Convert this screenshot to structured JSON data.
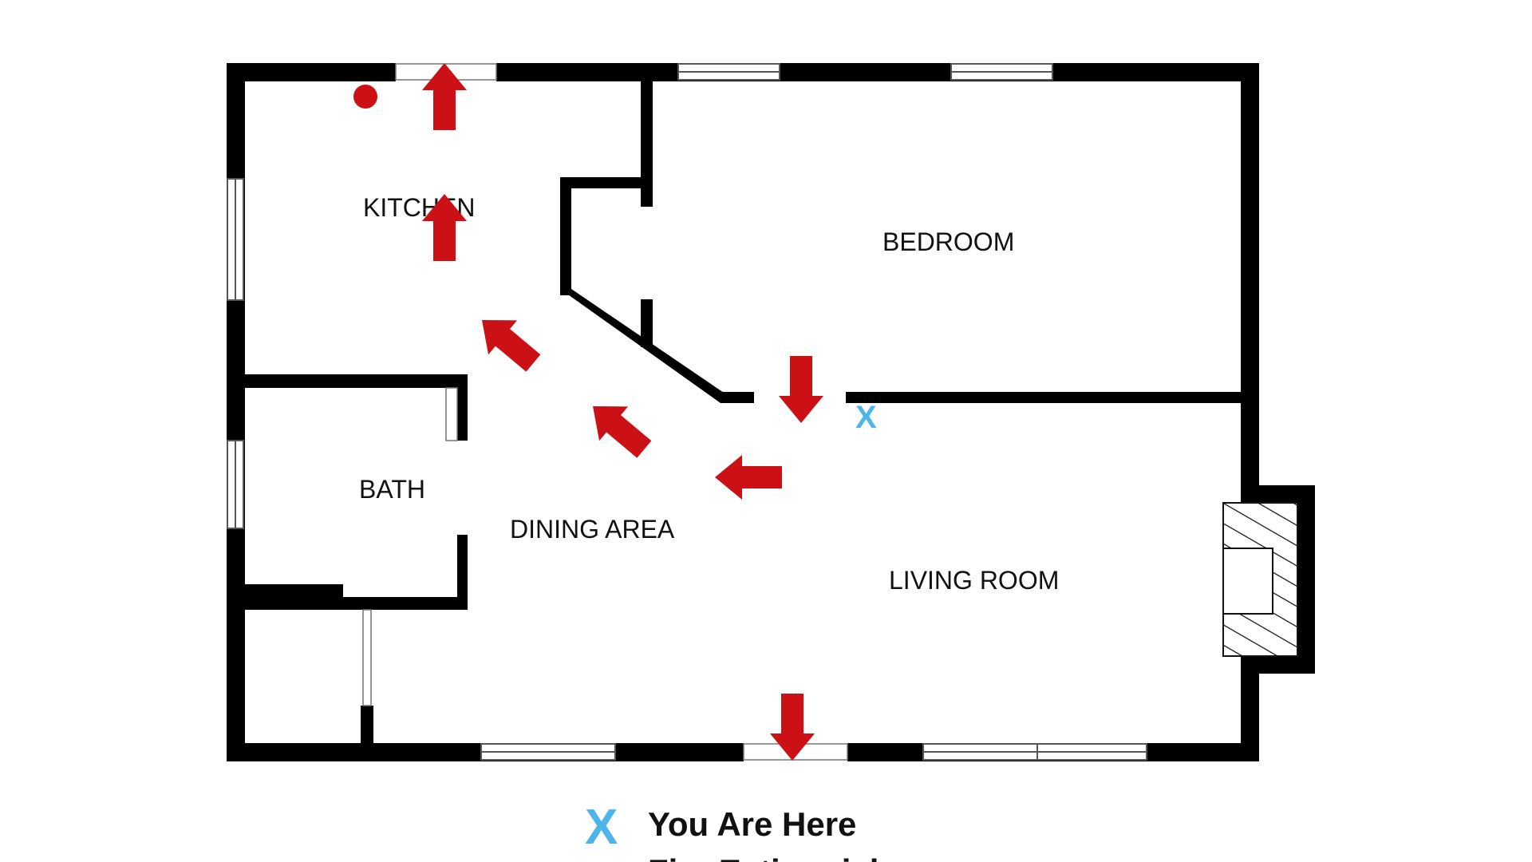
{
  "rooms": {
    "kitchen": "KITCHEN",
    "bedroom": "BEDROOM",
    "bath": "BATH",
    "dining": "DINING AREA",
    "living": "LIVING ROOM"
  },
  "markers": {
    "here_symbol": "X",
    "here_color": "#4db5ea"
  },
  "legend": {
    "here_label": "You Are Here",
    "extinguisher_label": "Fire Extinguisher"
  },
  "colors": {
    "walls": "#000000",
    "arrows": "#cc1116",
    "extinguisher": "#cc1116"
  },
  "icons": [
    "exit-arrow-icon",
    "fire-extinguisher-icon",
    "you-are-here-icon",
    "fireplace-icon"
  ]
}
